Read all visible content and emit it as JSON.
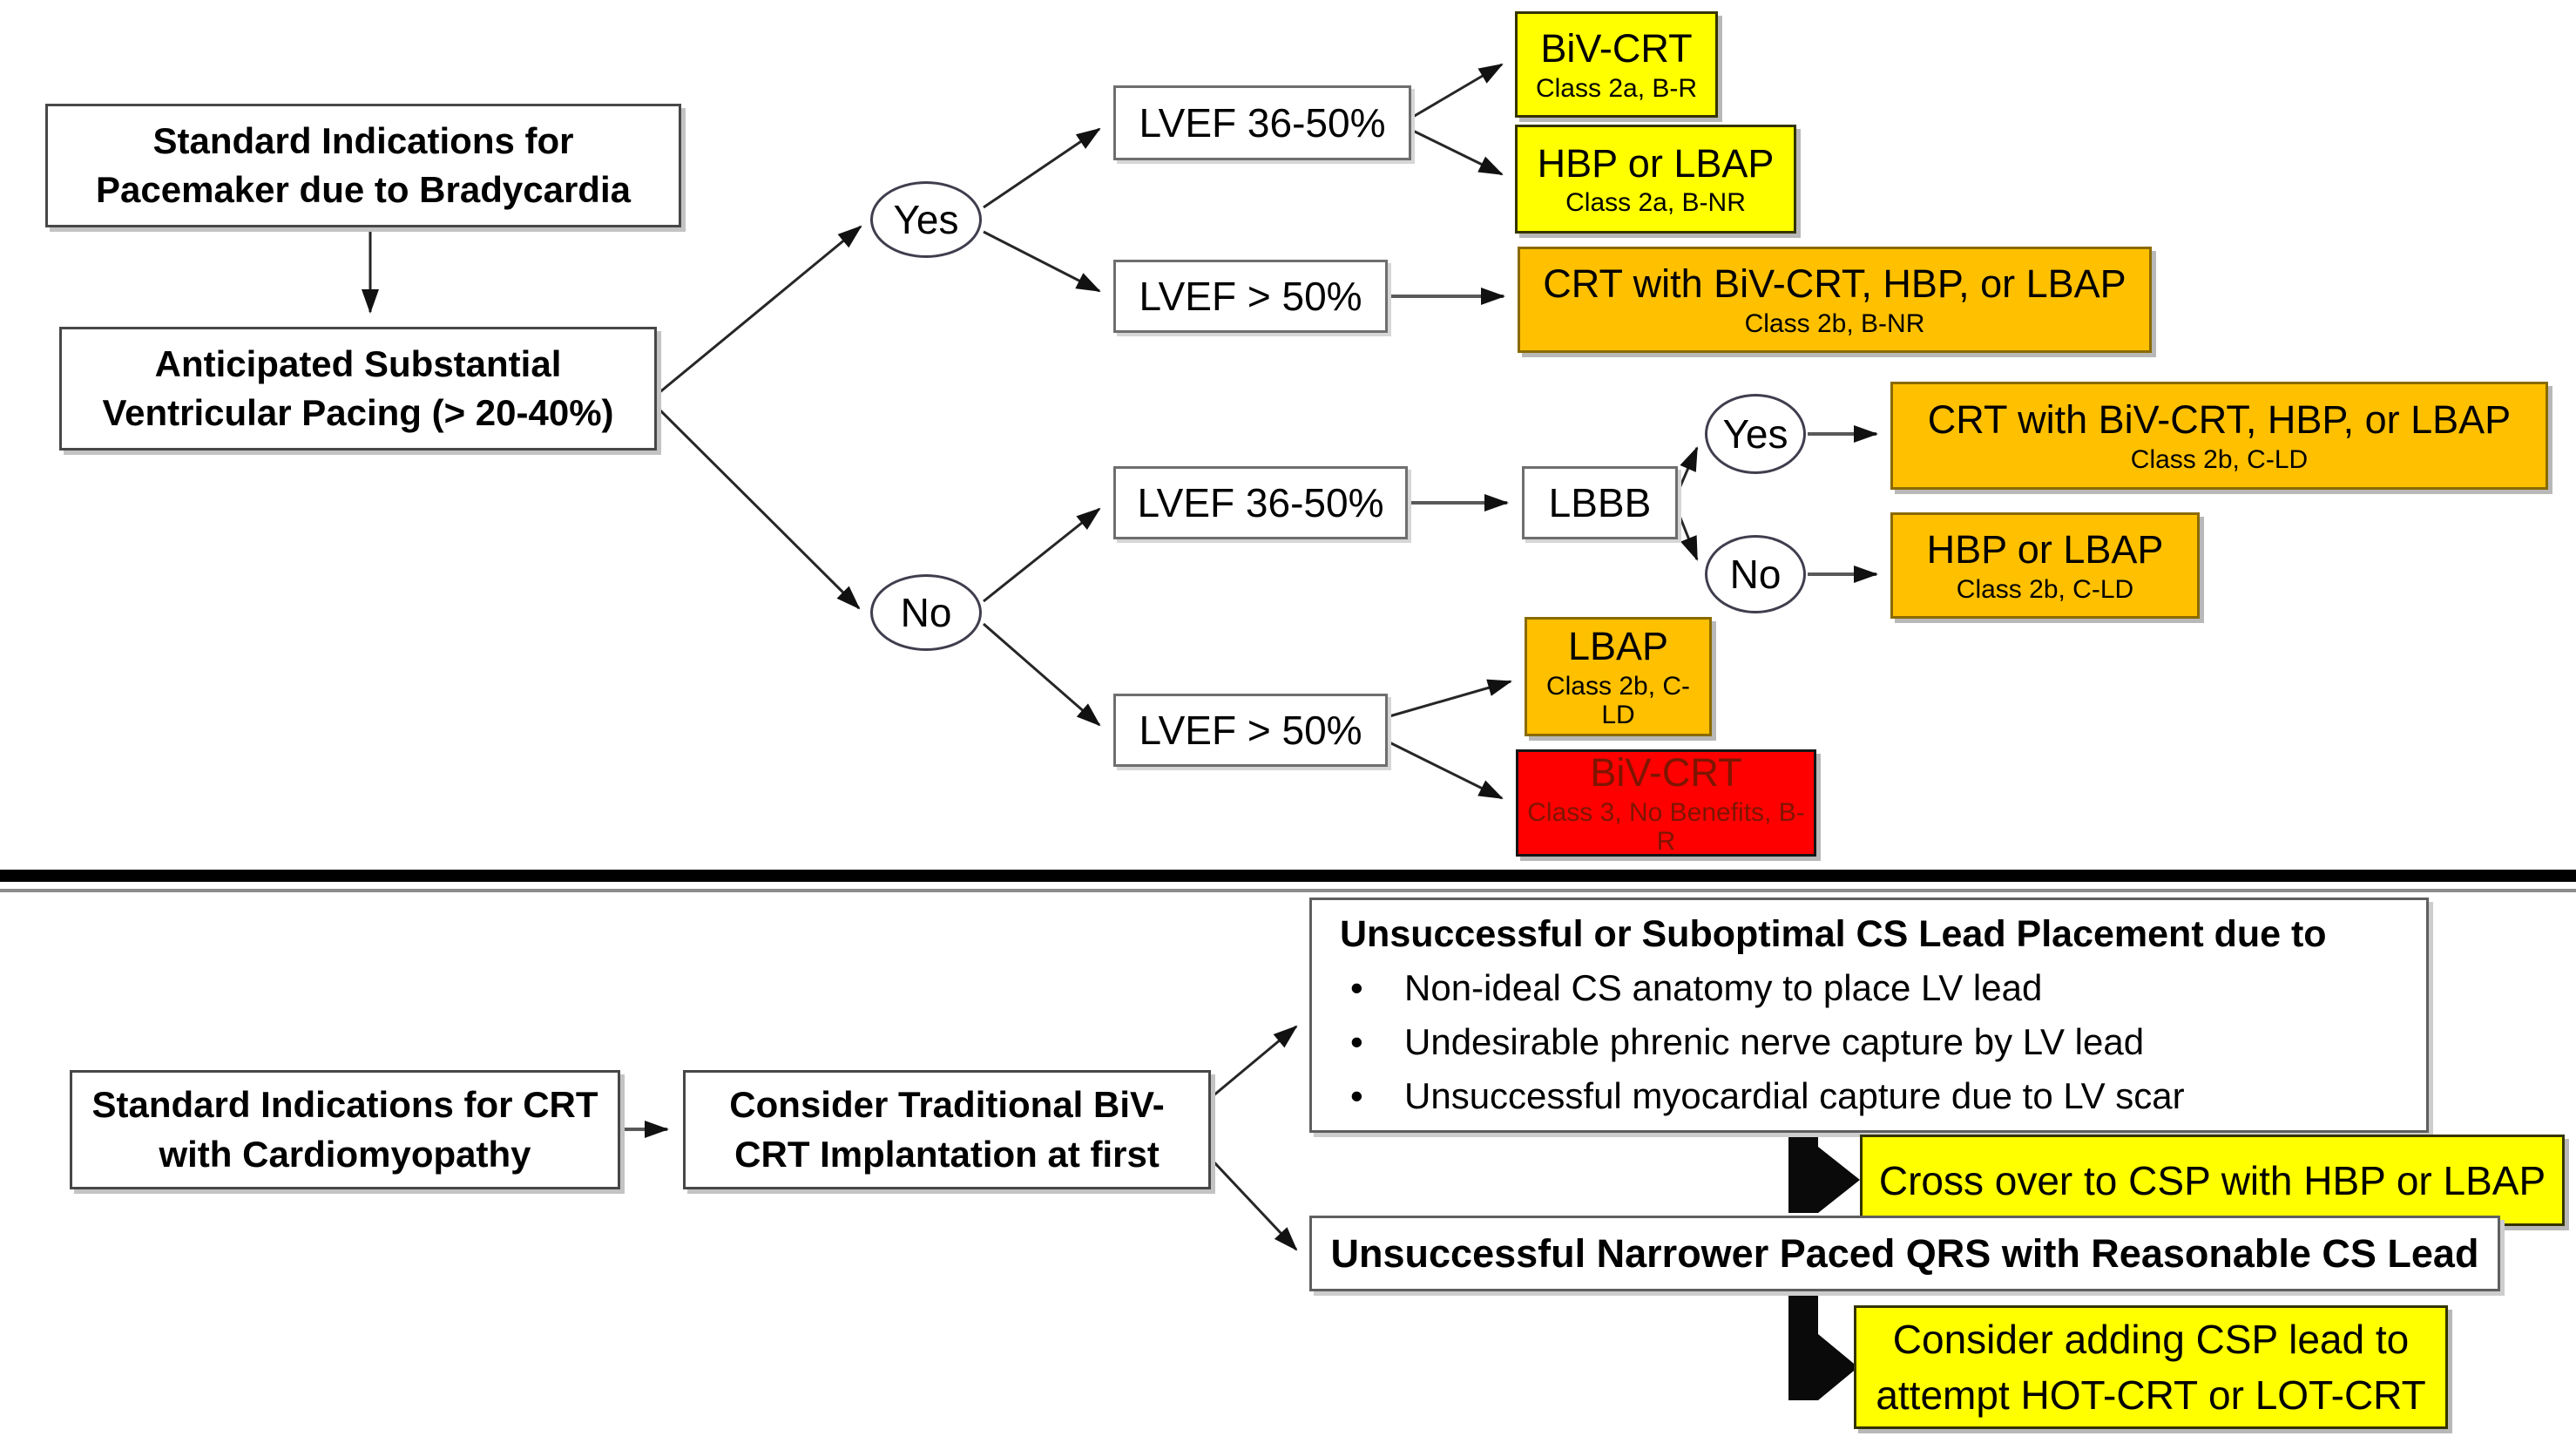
{
  "colors": {
    "outcome_yellow": "#FFFF00",
    "outcome_orange": "#FFC000",
    "outcome_red": "#FF0000",
    "red_box_text": "#7D1500",
    "connector": "#262626"
  },
  "nodes": {
    "start1": {
      "text": "Standard Indications for Pacemaker due to Bradycardia"
    },
    "avp": {
      "text": "Anticipated Substantial Ventricular Pacing (> 20-40%)"
    },
    "yes1": {
      "text": "Yes"
    },
    "no1": {
      "text": "No"
    },
    "lvef3650_a": {
      "text": "LVEF 36-50%"
    },
    "lvef50_a": {
      "text": "LVEF > 50%"
    },
    "biv_crt_2a": {
      "title": "BiV-CRT",
      "subtitle": "Class 2a, B-R"
    },
    "hbp_lbap_2a": {
      "title": "HBP or LBAP",
      "subtitle": "Class 2a, B-NR"
    },
    "crt_2b_bnr": {
      "title": "CRT with BiV-CRT, HBP, or LBAP",
      "subtitle": "Class 2b, B-NR"
    },
    "lvef3650_b": {
      "text": "LVEF 36-50%"
    },
    "lbbb": {
      "text": "LBBB"
    },
    "yes2": {
      "text": "Yes"
    },
    "no2": {
      "text": "No"
    },
    "crt_2b_cld": {
      "title": "CRT with BiV-CRT, HBP, or LBAP",
      "subtitle": "Class 2b, C-LD"
    },
    "hbp_lbap_2b": {
      "title": "HBP or LBAP",
      "subtitle": "Class 2b, C-LD"
    },
    "lvef50_b": {
      "text": "LVEF > 50%"
    },
    "lbap_2b": {
      "title": "LBAP",
      "subtitle": "Class 2b, C-LD"
    },
    "biv_crt_3": {
      "title": "BiV-CRT",
      "subtitle": "Class 3, No Benefits, B-R"
    },
    "start2": {
      "text": "Standard Indications for CRT with Cardiomyopathy"
    },
    "consider_biv": {
      "text": "Consider Traditional BiV-CRT Implantation at first"
    },
    "cs_lead": {
      "heading": "Unsuccessful or Suboptimal CS Lead Placement due to",
      "bullets": [
        "Non-ideal CS anatomy to place LV lead",
        "Undesirable phrenic nerve capture by LV lead",
        "Unsuccessful myocardial capture due to LV scar"
      ]
    },
    "crossover": {
      "text": "Cross over to CSP with HBP or LBAP"
    },
    "narrow_qrs": {
      "text": "Unsuccessful Narrower Paced QRS with Reasonable CS Lead"
    },
    "add_csp": {
      "text": "Consider adding CSP lead to attempt HOT-CRT or LOT-CRT"
    }
  }
}
